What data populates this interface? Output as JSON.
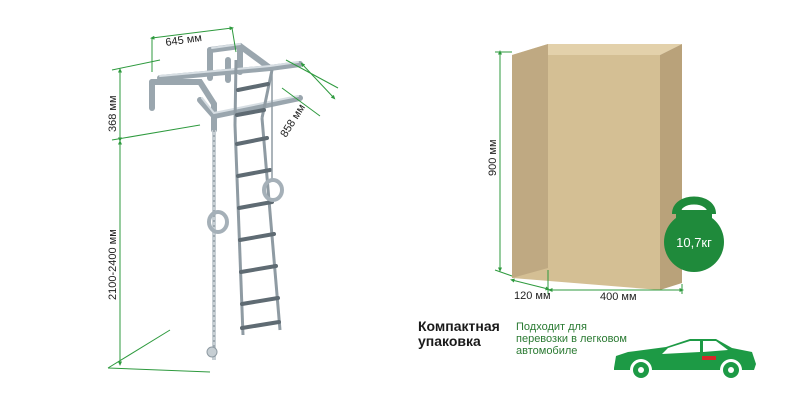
{
  "dimensions": {
    "width_645": "645 мм",
    "depth_858": "858 мм",
    "height_368": "368 мм",
    "height_range": "2100-2400 мм",
    "box_height": "900 мм",
    "box_depth": "120 мм",
    "box_width": "400 мм"
  },
  "weight": "10,7кг",
  "packaging": {
    "title_line1": "Компактная",
    "title_line2": "упаковка",
    "desc_line1": "Подходит для",
    "desc_line2": "перевозки в легковом",
    "desc_line3": "автомобиле"
  },
  "colors": {
    "dimension_line": "#2e9a3e",
    "box_front": "#d4bf94",
    "box_side": "#b9a27a",
    "box_top": "#e3d1ab",
    "weight_badge": "#1f8a3b",
    "car": "#1d9a45",
    "metal": "#a9b4bc"
  },
  "icons": [
    "kettlebell-icon",
    "car-icon"
  ]
}
